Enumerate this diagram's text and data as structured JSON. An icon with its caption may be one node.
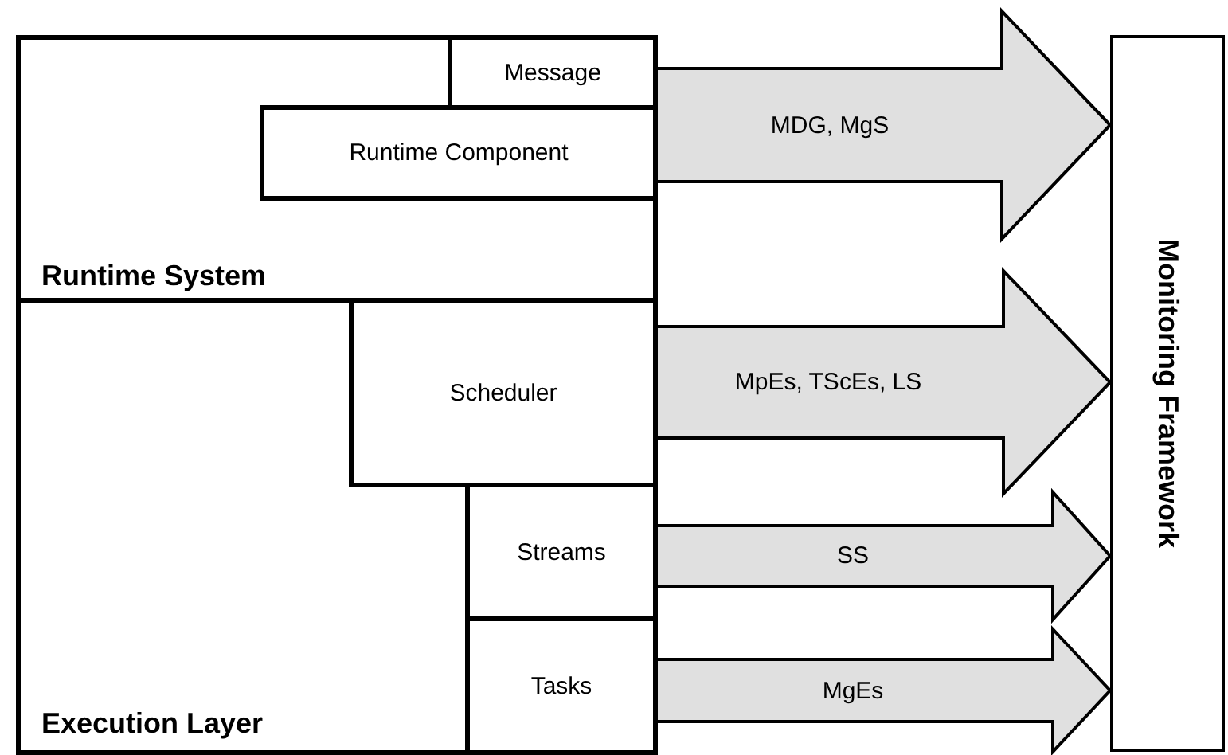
{
  "diagram": {
    "nodes": [
      {
        "text": [
          "Runtime System"
        ]
      },
      {
        "text": [
          "Message"
        ],
        "in": 0
      },
      {
        "text": [
          "Runtime Component"
        ],
        "in": 0
      },
      {
        "text": [
          "Execution Layer"
        ]
      },
      {
        "text": [
          "Scheduler"
        ],
        "in": 3
      },
      {
        "text": [
          "Streams"
        ],
        "in": 3
      },
      {
        "text": [
          "Tasks"
        ],
        "in": 3
      },
      {
        "text": [
          "Monitoring Framework"
        ]
      }
    ],
    "edges": [
      {
        "from": 0,
        "to": 7,
        "arrow": "to",
        "label": "MDG, MgS"
      },
      {
        "from": 4,
        "to": 7,
        "arrow": "to",
        "label": "MpEs, TScEs, LS"
      },
      {
        "from": 5,
        "to": 7,
        "arrow": "to",
        "label": "SS"
      },
      {
        "from": 6,
        "to": 7,
        "arrow": "to",
        "label": "MgEs"
      }
    ]
  }
}
